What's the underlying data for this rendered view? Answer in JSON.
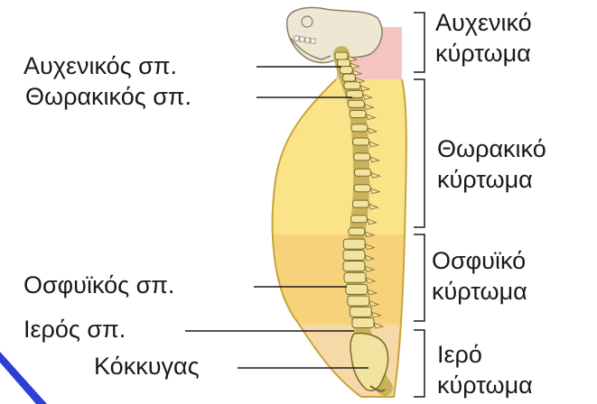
{
  "left_labels": {
    "cervical": "Αυχενικός σπ.",
    "thoracic": "Θωρακικός σπ.",
    "lumbar": "Οσφυϊκός σπ.",
    "sacral": "Ιερός σπ.",
    "coccyx": "Κόκκυγας"
  },
  "right_labels": {
    "cervical": [
      "Αυχενικό",
      "κύρτωμα"
    ],
    "thoracic": [
      "Θωρακικό",
      "κύρτωμα"
    ],
    "lumbar": [
      "Οσφυϊκό",
      "κύρτωμα"
    ],
    "sacral": [
      "Ιερό",
      "κύρτωμα"
    ]
  },
  "colors": {
    "thoracic_band": "#fbe38a",
    "lumbar_band": "#f8d27a",
    "sacral_band": "#f6d9a6",
    "body_outline": "#c9a33a",
    "vertebra": "#f2e4a0",
    "vertebra_stroke": "#7a6a2a",
    "skull": "#eee7d4",
    "neck_pink": "#f3c4c0",
    "corner_accent": "#2c3fd6"
  }
}
